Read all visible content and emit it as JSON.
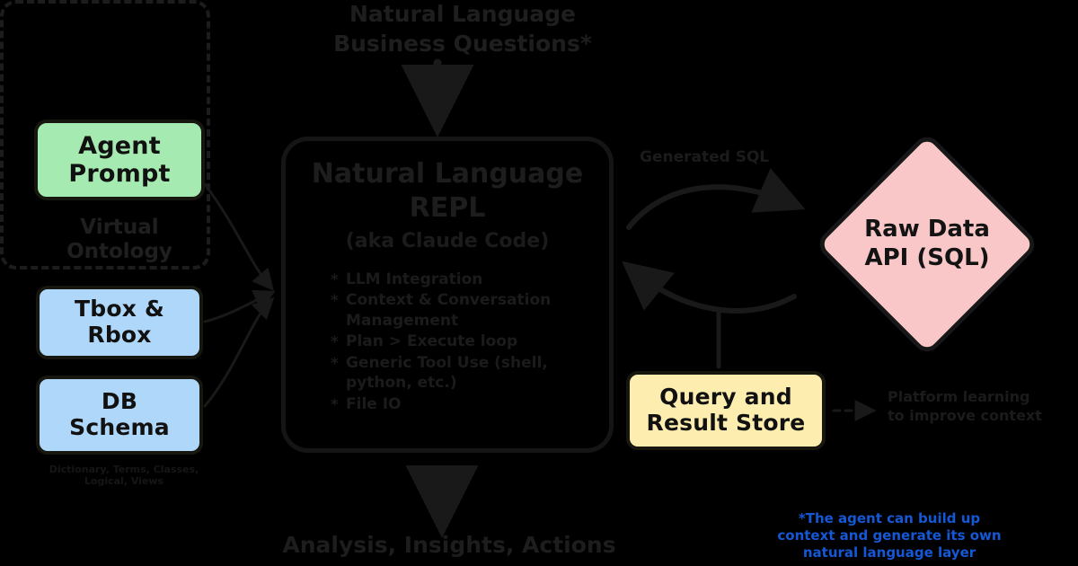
{
  "diagram": {
    "title": "Natural Language REPL agent architecture",
    "background_color": "#000000",
    "ink_color": "#1a1a1a"
  },
  "inputs": {
    "top_label": "Natural Language\nBusiness Questions*"
  },
  "agent_prompt": {
    "label": "Agent\nPrompt",
    "color": "#a5eab0"
  },
  "virtual_ontology": {
    "label": "Virtual\nOntology",
    "footnote": "Dictionary, Terms, Classes, Logical, Views",
    "items": [
      {
        "label": "Tbox &\nRbox",
        "color": "#aed7fa"
      },
      {
        "label": "DB\nSchema",
        "color": "#aed7fa"
      }
    ]
  },
  "repl": {
    "title": "Natural Language\nREPL",
    "subtitle": "(aka Claude Code)",
    "bullets": [
      "LLM Integration",
      "Context & Conversation Management",
      "Plan > Execute loop",
      "Generic Tool Use (shell, python, etc.)",
      "File IO"
    ]
  },
  "raw_data": {
    "label": "Raw Data\nAPI (SQL)",
    "color": "#f9c7c7"
  },
  "query_store": {
    "label": "Query and\nResult Store",
    "color": "#fdeeb0"
  },
  "edges": {
    "generated_sql": "Generated SQL",
    "platform_learning": "Platform learning\nto improve context"
  },
  "outputs": {
    "bottom_label": "Analysis, Insights, Actions"
  },
  "footnote": {
    "text": "*The agent can build up\ncontext and generate its own\nnatural language layer",
    "color": "#1558d6"
  }
}
